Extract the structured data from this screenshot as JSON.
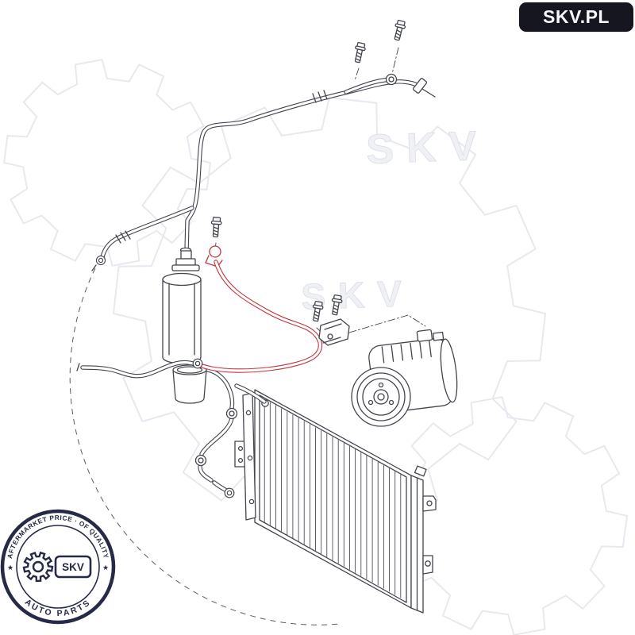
{
  "header_badge": {
    "label": "SKV.PL",
    "background": "#15161f",
    "text_color": "#f7f8fb"
  },
  "watermark": {
    "text": "SKV",
    "color": "#eef0f4"
  },
  "stamp": {
    "arc_top": "AFTERMARKET PRICE · OF QUALITY",
    "arc_bottom": "AUTO PARTS",
    "center_label": "SKV",
    "star": "★",
    "ink_color": "#262a47"
  },
  "diagram": {
    "line_color": "#43454d",
    "highlight_color": "#c5333f"
  }
}
